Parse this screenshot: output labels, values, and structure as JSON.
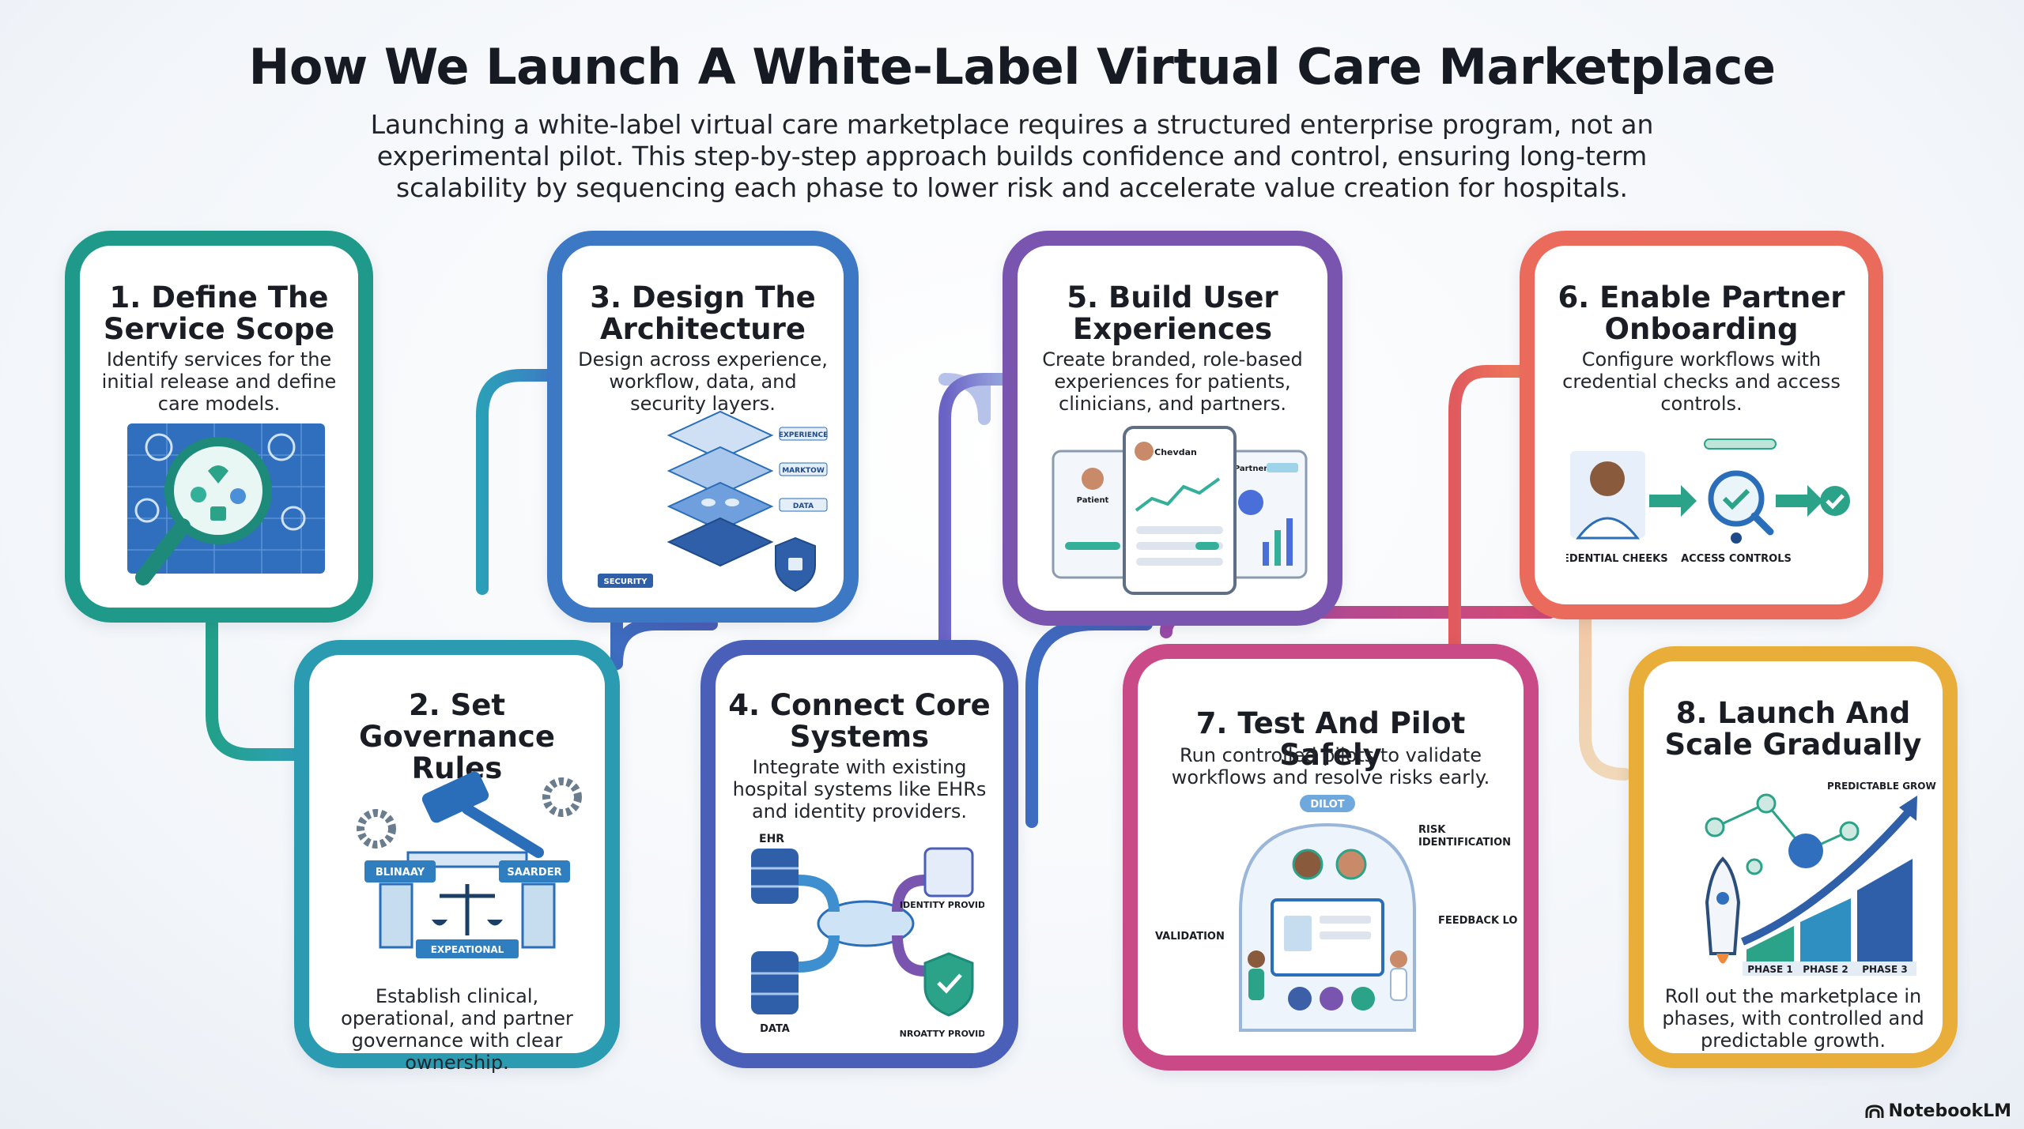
{
  "title": "How We Launch A White-Label Virtual Care Marketplace",
  "subtitle": "Launching a white-label virtual care marketplace requires a structured enterprise program, not an experimental pilot. This step-by-step approach builds confidence and control, ensuring long-term scalability by sequencing each phase to lower risk and accelerate value creation for hospitals.",
  "steps": [
    {
      "title": "1. Define The Service Scope",
      "desc": "Identify services for the initial release and define care models.",
      "color": "#1f9a8a"
    },
    {
      "title": "2. Set Governance Rules",
      "desc": "Establish clinical, operational, and partner governance with clear ownership.",
      "labels": [
        "BLINAAY",
        "SAARDER",
        "EXPEATIONAL"
      ],
      "color": "#2a9bb0"
    },
    {
      "title": "3. Design The Architecture",
      "desc": "Design across experience, workflow, data, and security layers.",
      "labels": [
        "EXPERIENCE",
        "MARKTOW",
        "DATA",
        "SECURITY"
      ],
      "color": "#3d78c4"
    },
    {
      "title": "4. Connect Core Systems",
      "desc": "Integrate with existing hospital systems like EHRs and identity providers.",
      "labels": [
        "EHR",
        "IDENTITY PROVIDER",
        "DATA",
        "NROATTY PROVIDER"
      ],
      "color": "#4a5fb8"
    },
    {
      "title": "5. Build User Experiences",
      "desc": "Create branded, role-based experiences for patients, clinicians, and partners.",
      "labels": [
        "Patient",
        "Chevdan",
        "Partner"
      ],
      "color": "#7a55b0"
    },
    {
      "title": "6. Enable Partner Onboarding",
      "desc": "Configure workflows with credential checks and access controls.",
      "labels": [
        "CREDENTIAL CHEEKS",
        "ACCESS CONTROLS"
      ],
      "color": "#ea6a5c"
    },
    {
      "title": "7. Test And Pilot Safely",
      "desc": "Run controlled pilots to validate workflows and resolve risks early.",
      "labels": [
        "DILOT",
        "RISK IDENTIFICATION",
        "VALIDATION",
        "FEEDBACK LOOP"
      ],
      "color": "#c94a86"
    },
    {
      "title": "8. Launch And Scale Gradually",
      "desc": "Roll out the marketplace in phases, with controlled and predictable growth.",
      "labels": [
        "PREDICTABLE GROWTH",
        "PHASE 1",
        "PHASE 2",
        "PHASE 3"
      ],
      "color": "#e9ad3a"
    }
  ],
  "brand": "NotebookLM"
}
